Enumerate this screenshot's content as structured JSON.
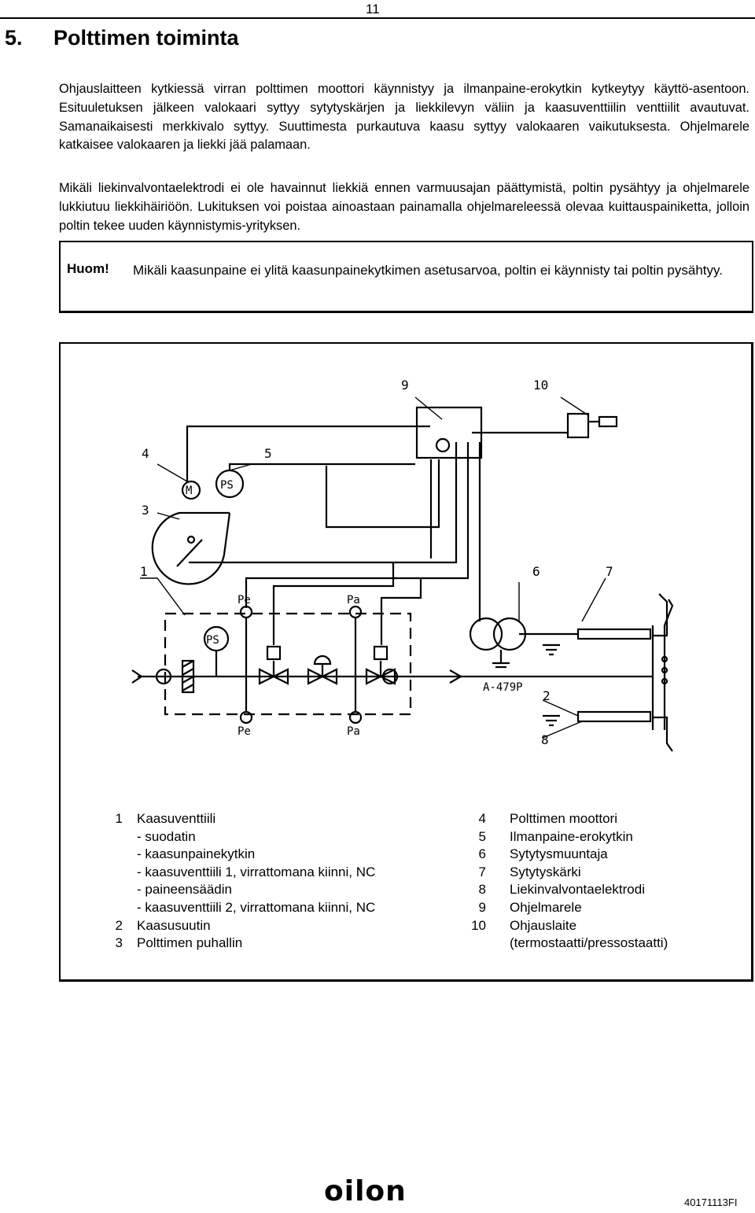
{
  "page_number": "11",
  "section": {
    "number": "5.",
    "title": "Polttimen toiminta"
  },
  "paragraphs": [
    "Ohjauslaitteen kytkiessä virran polttimen moottori käynnistyy ja ilmanpaine-erokytkin kytkeytyy käyttö-asentoon. Esituuletuksen jälkeen valokaari syttyy sytytyskärjen ja liekkilevyn väliin ja kaasuventtiilin venttiilit avautuvat. Samanaikaisesti merkkivalo syttyy. Suuttimesta purkautuva kaasu syttyy valokaaren vaikutuksesta. Ohjelmarele katkaisee valokaaren ja liekki jää palamaan.",
    "Mikäli liekinvalvontaelektrodi ei ole havainnut liekkiä ennen varmuusajan päättymistä, poltin pysähtyy ja ohjelmarele lukkiutuu liekkihäiriöön. Lukituksen voi poistaa ainoastaan painamalla ohjelmareleessä olevaa kuittauspainiketta, jolloin poltin tekee uuden käynnistymis-yrityksen."
  ],
  "note": {
    "label": "Huom!",
    "text": "Mikäli kaasunpaine ei ylitä kaasunpainekytkimen asetusarvoa, poltin ei käynnisty tai poltin pysähtyy."
  },
  "diagram": {
    "callouts": [
      "1",
      "2",
      "3",
      "4",
      "5",
      "6",
      "7",
      "8",
      "9",
      "10"
    ],
    "labels": {
      "motor": "M",
      "pressure_switch": "PS",
      "pe": "Pe",
      "pa": "Pa",
      "model": "A-479P"
    }
  },
  "legend_left": [
    {
      "num": "1",
      "text": "Kaasuventtiili"
    },
    {
      "num": "",
      "text": "- suodatin"
    },
    {
      "num": "",
      "text": "- kaasunpainekytkin"
    },
    {
      "num": "",
      "text": "- kaasuventtiili 1, virrattomana kiinni, NC"
    },
    {
      "num": "",
      "text": "- paineensäädin"
    },
    {
      "num": "",
      "text": "- kaasuventtiili 2, virrattomana kiinni, NC"
    },
    {
      "num": "2",
      "text": "Kaasusuutin"
    },
    {
      "num": "3",
      "text": "Polttimen puhallin"
    }
  ],
  "legend_right": [
    {
      "num": "4",
      "text": "Polttimen moottori"
    },
    {
      "num": "5",
      "text": "Ilmanpaine-erokytkin"
    },
    {
      "num": "6",
      "text": "Sytytysmuuntaja"
    },
    {
      "num": "7",
      "text": "Sytytyskärki"
    },
    {
      "num": "8",
      "text": "Liekinvalvontaelektrodi"
    },
    {
      "num": "9",
      "text": "Ohjelmarele"
    },
    {
      "num": "10",
      "text": "Ohjauslaite"
    },
    {
      "num": "",
      "text": "(termostaatti/pressostaatti)"
    }
  ],
  "footer": {
    "logo": "oilon",
    "doc_number": "40171113FI"
  }
}
